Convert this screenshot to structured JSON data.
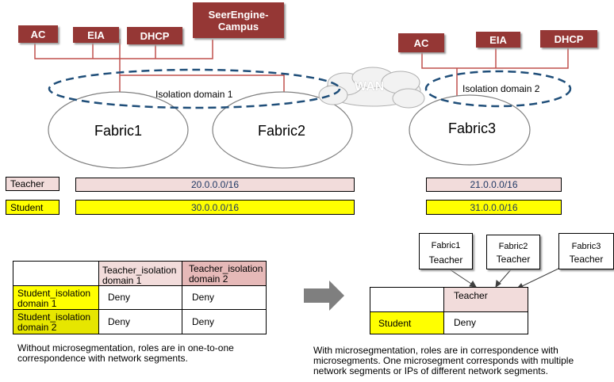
{
  "controllers_left": [
    "AC",
    "EIA",
    "DHCP"
  ],
  "seerengine": [
    "SeerEngine-",
    "Campus"
  ],
  "controllers_right": [
    "AC",
    "EIA",
    "DHCP"
  ],
  "wan_label": "WAN",
  "isolation_domain_1": "Isolation domain 1",
  "isolation_domain_2": "Isolation domain 2",
  "fabrics": [
    "Fabric1",
    "Fabric2",
    "Fabric3"
  ],
  "roles": {
    "teacher": "Teacher",
    "student": "Student"
  },
  "segments": {
    "teacher_domain1": "20.0.0.0/16",
    "teacher_domain2": "21.0.0.0/16",
    "student_domain1": "30.0.0.0/16",
    "student_domain2": "31.0.0.0/16"
  },
  "left_table": {
    "col1": "Teacher_isolation domain 1",
    "col2": "Teacher_isolation domain 2",
    "row1": "Student_isolation domain 1",
    "row2": "Student_isolation domain 2",
    "cells": [
      "Deny",
      "Deny",
      "Deny",
      "Deny"
    ]
  },
  "right_fabric_boxes": [
    {
      "fabric": "Fabric1",
      "role": "Teacher"
    },
    {
      "fabric": "Fabric2",
      "role": "Teacher"
    },
    {
      "fabric": "Fabric3",
      "role": "Teacher"
    }
  ],
  "right_table": {
    "col": "Teacher",
    "row": "Student",
    "cell": "Deny"
  },
  "caption_left": "Without microsegmentation, roles are in one-to-one correspondence with network segments.",
  "caption_right": "With microsegmentation, roles are in correspondence with microsegments. One microsegment corresponds with multiple network segments or IPs of different network segments."
}
